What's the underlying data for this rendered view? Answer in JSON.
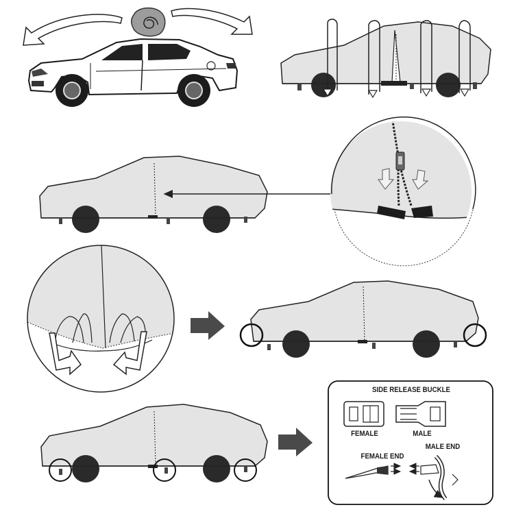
{
  "buckle_panel": {
    "title": "SIDE RELEASE BUCKLE",
    "female_label": "FEMALE",
    "male_label": "MALE",
    "female_end_label": "FEMALE END",
    "male_end_label": "MALE END"
  },
  "colors": {
    "cover_fill": "#e4e4e4",
    "outline": "#222222",
    "arrow_fill": "#4a4a4a",
    "background": "#ffffff"
  },
  "icons": [
    "rolled-cover-icon",
    "curved-arrow-icon",
    "block-arrow-icon",
    "zipper-icon",
    "buckle-icon"
  ]
}
